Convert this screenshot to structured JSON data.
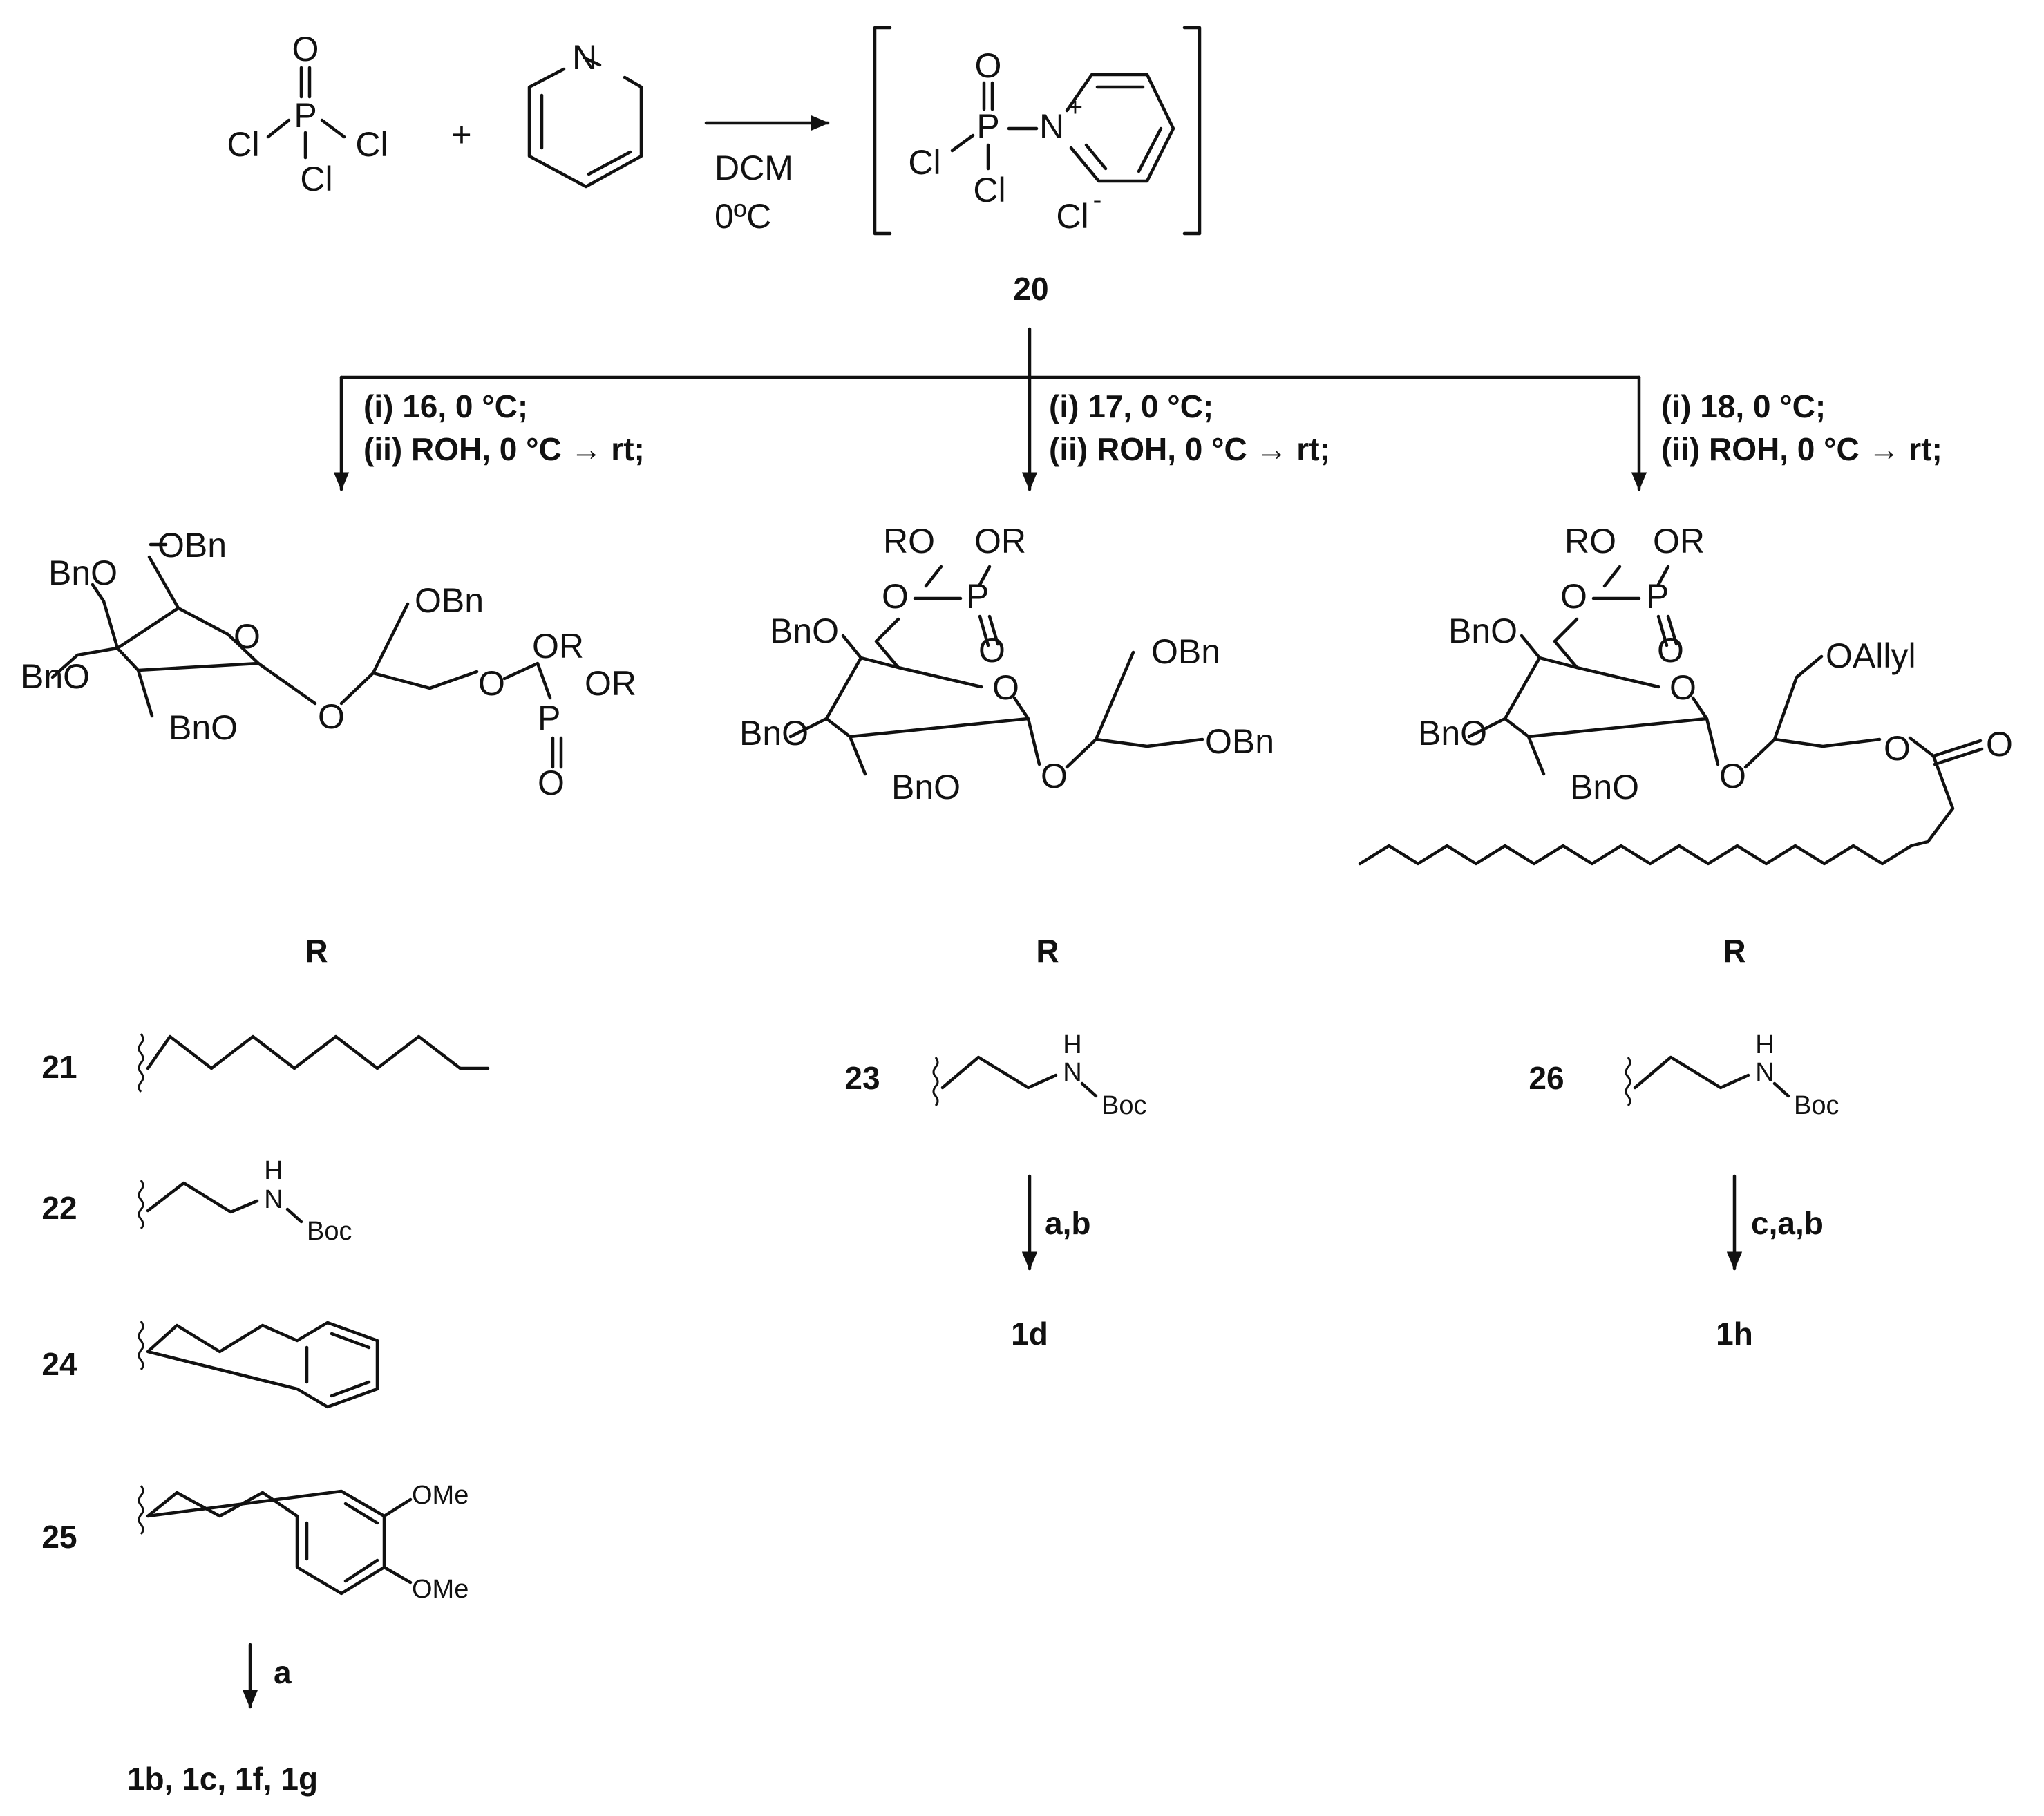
{
  "reagents": {
    "poc13": {
      "o": "O",
      "p": "P",
      "cl_left": "Cl",
      "cl_right": "Cl",
      "cl_bottom": "Cl"
    },
    "plus": "+",
    "pyridine": {
      "n": "N"
    },
    "conditions": [
      "DCM",
      "0ºC"
    ]
  },
  "intermediate": {
    "o": "O",
    "p": "P",
    "n": "N",
    "charge": "+",
    "cl_left": "Cl",
    "cl_bottom": "Cl",
    "counterion": "Cl",
    "counterion_charge": "-",
    "label": "20"
  },
  "branches": [
    {
      "step1": "(i) 16, 0 °C;",
      "step2": "(ii) ROH, 0 °C → rt;"
    },
    {
      "step1": "(i) 17, 0 °C;",
      "step2": "(ii) ROH, 0 °C → rt;"
    },
    {
      "step1": "(i) 18, 0 °C;",
      "step2": "(ii) ROH, 0 °C → rt;"
    }
  ],
  "products": {
    "left": {
      "labels": [
        "OBn",
        "BnO",
        "O",
        "BnO",
        "BnO",
        "O",
        "OBn",
        "O",
        "OR",
        "OR",
        "P",
        "O"
      ]
    },
    "middle": {
      "labels": [
        "RO",
        "OR",
        "O",
        "P",
        "O",
        "BnO",
        "O",
        "BnO",
        "BnO",
        "O",
        "OBn",
        "OBn"
      ]
    },
    "right": {
      "labels": [
        "RO",
        "OR",
        "O",
        "P",
        "O",
        "BnO",
        "O",
        "OAllyl",
        "BnO",
        "BnO",
        "O",
        "O",
        "O"
      ]
    }
  },
  "r_headers": [
    "R",
    "R",
    "R"
  ],
  "r_groups": {
    "left": [
      {
        "id": "21",
        "labels": []
      },
      {
        "id": "22",
        "labels": [
          "H",
          "N",
          "Boc"
        ]
      },
      {
        "id": "24",
        "labels": []
      },
      {
        "id": "25",
        "labels": [
          "OMe",
          "OMe"
        ]
      }
    ],
    "middle": {
      "id": "23",
      "labels": [
        "H",
        "N",
        "Boc"
      ]
    },
    "right": {
      "id": "26",
      "labels": [
        "H",
        "N",
        "Boc"
      ]
    }
  },
  "final_steps": [
    {
      "reagents": "a",
      "product": "1b, 1c, 1f, 1g"
    },
    {
      "reagents": "a,b",
      "product": "1d"
    },
    {
      "reagents": "c,a,b",
      "product": "1h"
    }
  ]
}
